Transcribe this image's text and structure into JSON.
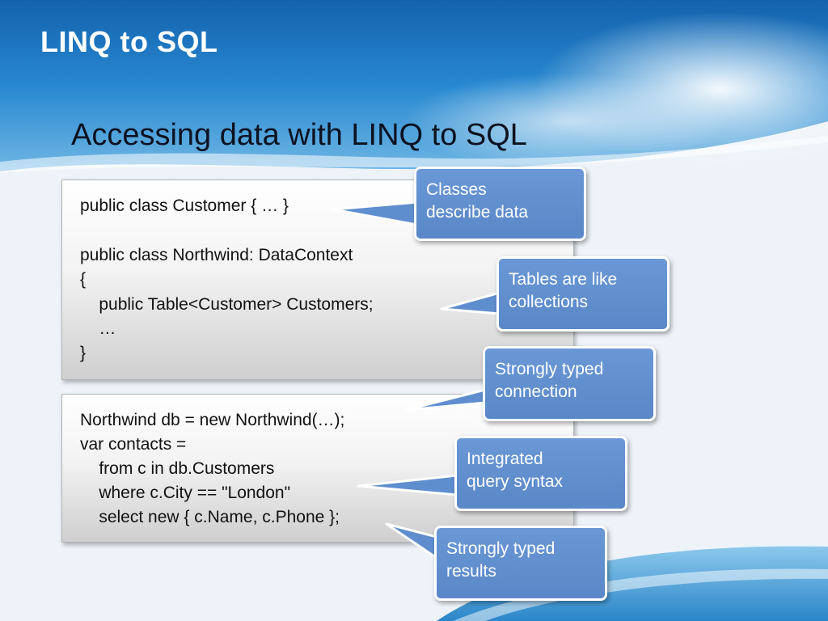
{
  "slide": {
    "title": "LINQ to SQL",
    "subtitle": "Accessing data with LINQ to SQL"
  },
  "code_block_1": {
    "lines": [
      "public class Customer { … }",
      "",
      "public class Northwind: DataContext",
      "{",
      "    public Table<Customer> Customers;",
      "    …",
      "}"
    ]
  },
  "code_block_2": {
    "lines": [
      "Northwind db = new Northwind(…);",
      "var contacts =",
      "    from c in db.Customers",
      "    where c.City == \"London\"",
      "    select new { c.Name, c.Phone };"
    ]
  },
  "callouts": [
    {
      "line1": "Classes",
      "line2": "describe data"
    },
    {
      "line1": "Tables are like",
      "line2": "collections"
    },
    {
      "line1": "Strongly typed",
      "line2": "connection"
    },
    {
      "line1": "Integrated",
      "line2": "query syntax"
    },
    {
      "line1": "Strongly typed",
      "line2": "results"
    }
  ],
  "colors": {
    "title_band": "#1c78c2",
    "callout_fill": "#5f8ecf",
    "callout_border": "#ffffff",
    "code_text": "#111111",
    "subtitle_text": "#0c1220"
  }
}
